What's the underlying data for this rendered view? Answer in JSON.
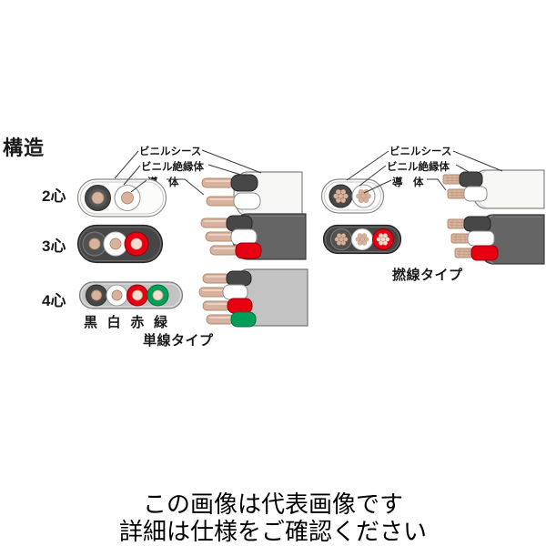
{
  "heading": "構造",
  "solid": {
    "caption": "単線タイプ",
    "callouts": {
      "sheath": "ビニルシース",
      "insulation": "ビニル絶縁体",
      "conductor": "導　体"
    },
    "rows": {
      "two": "2心",
      "three": "3心",
      "four": "4心"
    },
    "core_colors": {
      "black": "黒",
      "white": "白",
      "red": "赤",
      "green": "緑"
    }
  },
  "stranded": {
    "caption": "撚線タイプ",
    "callouts": {
      "sheath": "ビニルシース",
      "insulation": "ビニル絶縁体",
      "conductor": "導　体"
    }
  },
  "disclaimer": {
    "line1": "この画像は代表画像です",
    "line2": "詳細は仕様をご確認ください"
  },
  "colors": {
    "copper": "#d7b39f",
    "copper_dark": "#b08868",
    "copper_light": "#f2ddd0",
    "black_core": "#474747",
    "black_core_dark": "#262626",
    "red_core": "#e60012",
    "green_core": "#009f58",
    "sheath_white": "#f7f7f5",
    "sheath_dark": "#656565",
    "sheath_light": "#c3c3c3",
    "leader": "#3a3a3a",
    "text": "#1a1a1a"
  }
}
